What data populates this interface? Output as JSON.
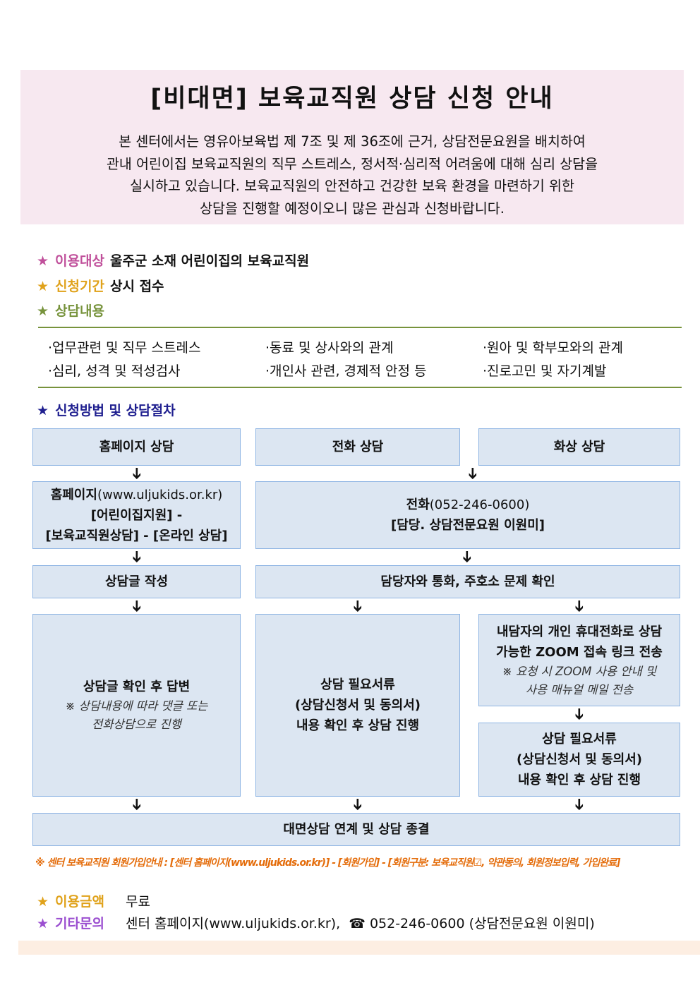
{
  "header": {
    "title": "[비대면] 보육교직원 상담 신청 안내",
    "intro": [
      "본 센터에서는 영유아보육법 제 7조 및 제 36조에 근거, 상담전문요원을 배치하여",
      "관내 어린이집 보육교직원의 직무 스트레스, 정서적·심리적 어려움에 대해 심리 상담을",
      "실시하고 있습니다. 보육교직원의 안전하고 건강한 보육 환경을 마련하기 위한",
      "상담을 진행할 예정이오니 많은 관심과 신청바랍니다."
    ]
  },
  "info": {
    "star": "★",
    "target_label": "이용대상",
    "target_value": "울주군 소재 어린이집의 보육교직원",
    "period_label": "신청기간",
    "period_value": "상시 접수",
    "content_label": "상담내용",
    "content_items": [
      "·업무관련 및 직무 스트레스",
      "·동료 및 상사와의 관계",
      "·원아 및 학부모와의 관계",
      "·심리, 성격 및 적성검사",
      "·개인사 관련, 경제적 안정 등",
      "·진로고민 및 자기계발"
    ],
    "method_label": "신청방법 및 상담절차"
  },
  "flow": {
    "arrow": "➔",
    "homepage_title": "홈페이지 상담",
    "phone_title": "전화 상담",
    "video_title": "화상 상담",
    "homepage_step1_bold": "홈페이지",
    "homepage_step1_url": "(www.uljukids.or.kr)",
    "homepage_step1_line2": "[어린이집지원] -",
    "homepage_step1_line3": "[보육교직원상담] - [온라인 상담]",
    "phone_step1_bold": "전화",
    "phone_step1_number": "(052-246-0600)",
    "phone_step1_line2": "[담당. 상담전문요원 이원미]",
    "homepage_step2": "상담글 작성",
    "phone_step2": "담당자와 통화, 주호소 문제 확인",
    "homepage_step3_title": "상담글 확인 후 답변",
    "homepage_step3_note1": "※ 상담내용에 따라 댓글 또는",
    "homepage_step3_note2": "전화상담으로 진행",
    "phone_step3_line1": "상담 필요서류",
    "phone_step3_line2": "(상담신청서 및 동의서)",
    "phone_step3_line3": "내용 확인 후 상담 진행",
    "video_step3_line1": "내담자의 개인 휴대전화로 상담",
    "video_step3_line2": "가능한 ZOOM 접속 링크 전송",
    "video_step3_note1": "※ 요청 시 ZOOM 사용 안내 및",
    "video_step3_note2": "사용 매뉴얼 메일 전송",
    "video_step4_line1": "상담 필요서류",
    "video_step4_line2": "(상담신청서 및 동의서)",
    "video_step4_line3": "내용 확인 후 상담 진행",
    "final": "대면상담 연계 및 상담 종결"
  },
  "footnote": "※ 센터 보육교직원 회원가입안내 : [센터 홈페이지(www.uljukids.or.kr)] - [회원가입] - [회원구분: 보육교직원☑, 약관동의, 회원정보입력, 가입완료]",
  "bottom": {
    "fee_label": "이용금액",
    "fee_value": "무료",
    "contact_label": "기타문의",
    "contact_value": "센터 홈페이지(www.uljukids.or.kr),",
    "phone_icon": "☎",
    "contact_phone": "052-246-0600 (상담전문요원 이원미)"
  },
  "colors": {
    "header_bg": "#f7e8f0",
    "star_pink": "#c0509b",
    "star_gold": "#e0a21b",
    "star_green": "#77933c",
    "star_navy": "#1f1f8f",
    "box_fill": "#dce6f2",
    "box_border": "#8eb4e3",
    "footnote": "#e46c0a"
  }
}
